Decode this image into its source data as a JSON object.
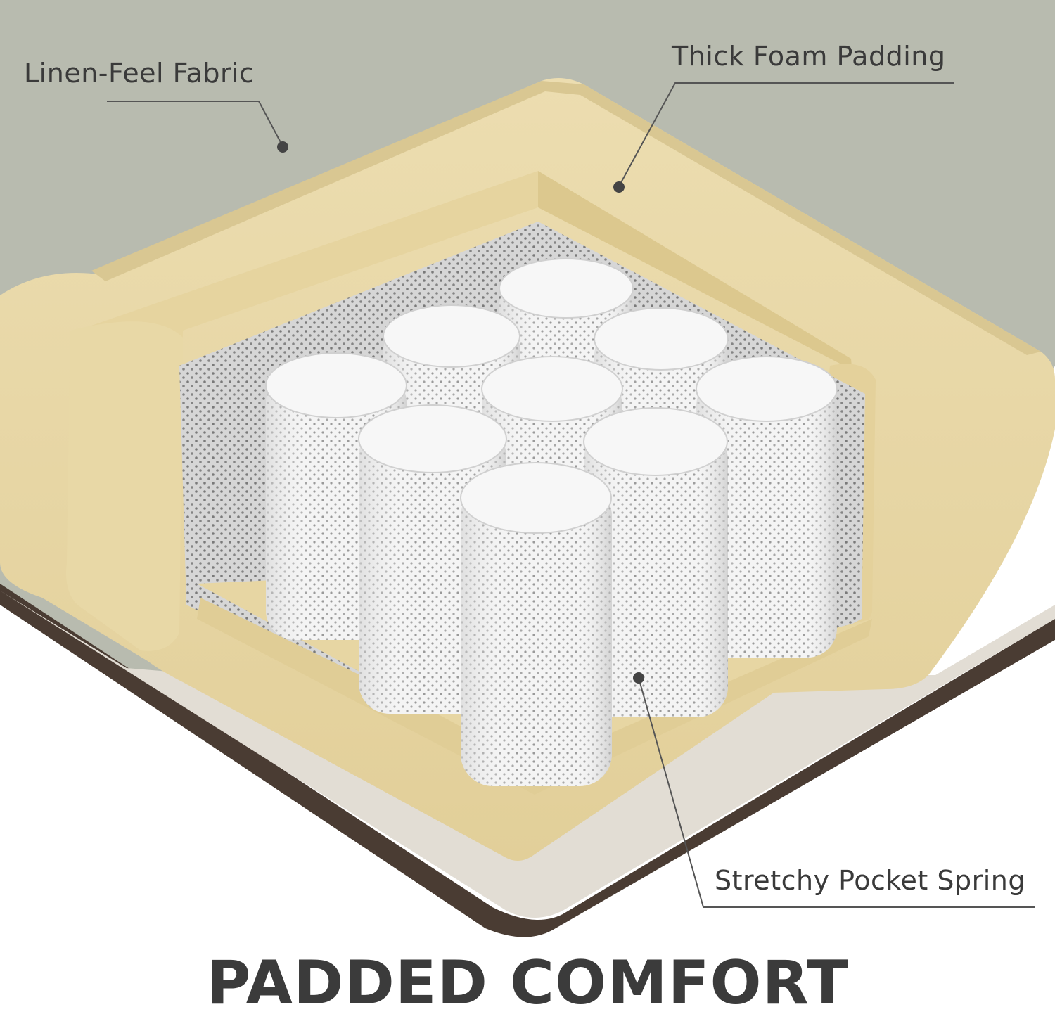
{
  "labels": {
    "fabric": "Linen-Feel Fabric",
    "foam": "Thick Foam Padding",
    "spring": "Stretchy Pocket Spring"
  },
  "headline": "PADDED COMFORT",
  "colors": {
    "fabric": "#b9bcb0",
    "foam": "#e9d9a9",
    "foam_shadow": "#d8c58f",
    "base_fabric": "#e3ddd5",
    "spring_wrap": "#f3f3f3",
    "callout_line": "#555555",
    "text": "#3a3a3a"
  }
}
